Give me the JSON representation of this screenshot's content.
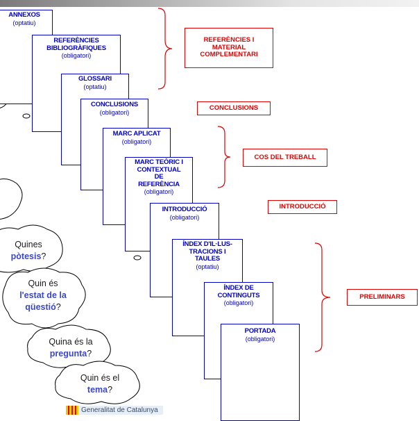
{
  "cards": [
    {
      "id": "annexos",
      "title": [
        "ANNEXOS"
      ],
      "sub": "(optatiu)"
    },
    {
      "id": "referencies",
      "title": [
        "REFERÈNCIES",
        "BIBLIOGRÀFIQUES"
      ],
      "sub": "(obligatori)"
    },
    {
      "id": "glossari",
      "title": [
        "GLOSSARI"
      ],
      "sub": "(optatiu)"
    },
    {
      "id": "conclusions",
      "title": [
        "CONCLUSIONS"
      ],
      "sub": "(obligatori)"
    },
    {
      "id": "marc-aplicat",
      "title": [
        "MARC APLICAT"
      ],
      "sub": "(obligatori)"
    },
    {
      "id": "marc-teoric",
      "title": [
        "MARC TEÒRIC I",
        "CONTEXTUAL",
        "DE",
        "REFERÈNCIA"
      ],
      "sub": "(obligatori)"
    },
    {
      "id": "introduccio",
      "title": [
        "INTRODUCCIÓ"
      ],
      "sub": "(obligatori)"
    },
    {
      "id": "index-illustracions",
      "title": [
        "ÍNDEX D'IL·LUS-",
        "TRACIONS I",
        "TAULES"
      ],
      "sub": "(optatiu)"
    },
    {
      "id": "index-continguts",
      "title": [
        "ÍNDEX DE",
        "CONTINGUTS"
      ],
      "sub": "(obligatori)"
    },
    {
      "id": "portada",
      "title": [
        "PORTADA"
      ],
      "sub": "(obligatori)"
    }
  ],
  "sections": [
    {
      "id": "referencies-material",
      "lines": [
        "REFERÈNCIES I",
        "MATERIAL",
        "COMPLEMENTARI"
      ]
    },
    {
      "id": "conclusions",
      "lines": [
        "CONCLUSIONS"
      ]
    },
    {
      "id": "cos-treball",
      "lines": [
        "COS DEL TREBALL"
      ]
    },
    {
      "id": "introduccio",
      "lines": [
        "INTRODUCCIÓ"
      ]
    },
    {
      "id": "preliminars",
      "lines": [
        "PRELIMINARS"
      ]
    }
  ],
  "questions": [
    {
      "id": "hipotesis",
      "pre": "Quines",
      "bold": "pòtesis",
      "post": "?"
    },
    {
      "id": "estat",
      "pre": "Quin és",
      "bold": "l'estat de la qüestió",
      "post": "?"
    },
    {
      "id": "pregunta",
      "pre": "Quina és la",
      "bold": "pregunta",
      "post": "?"
    },
    {
      "id": "tema",
      "pre": "Quin és el",
      "bold": "tema",
      "post": "?"
    }
  ],
  "logo": {
    "text": "Generalitat de Catalunya"
  },
  "colors": {
    "card_blue": "#0000c8",
    "section_red": "#e00000",
    "question_blue": "#3a46d0"
  }
}
